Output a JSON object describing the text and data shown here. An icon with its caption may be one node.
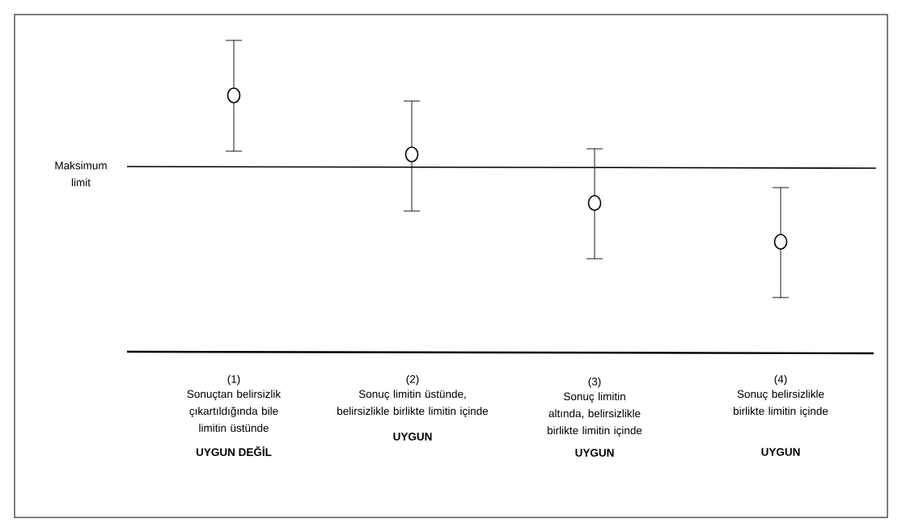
{
  "diagram": {
    "labels": [
      "Maksimum limit",
      "(1)",
      "Sonuçtan belirsizlik çıkartıldığında bile limitin üstünde",
      "UYGUN DEĞİL",
      "(2)",
      "Sonuç limitin üstünde, belirsizlikle birlikte limitin içinde",
      "UYGUN",
      "(3)",
      "Sonuç limitin altında, belirsizlikle birlikte limitin içinde",
      "UYGUN",
      "(4)",
      "Sonuç belirsizlikle birlikte limitin içinde",
      "UYGUN"
    ]
  }
}
